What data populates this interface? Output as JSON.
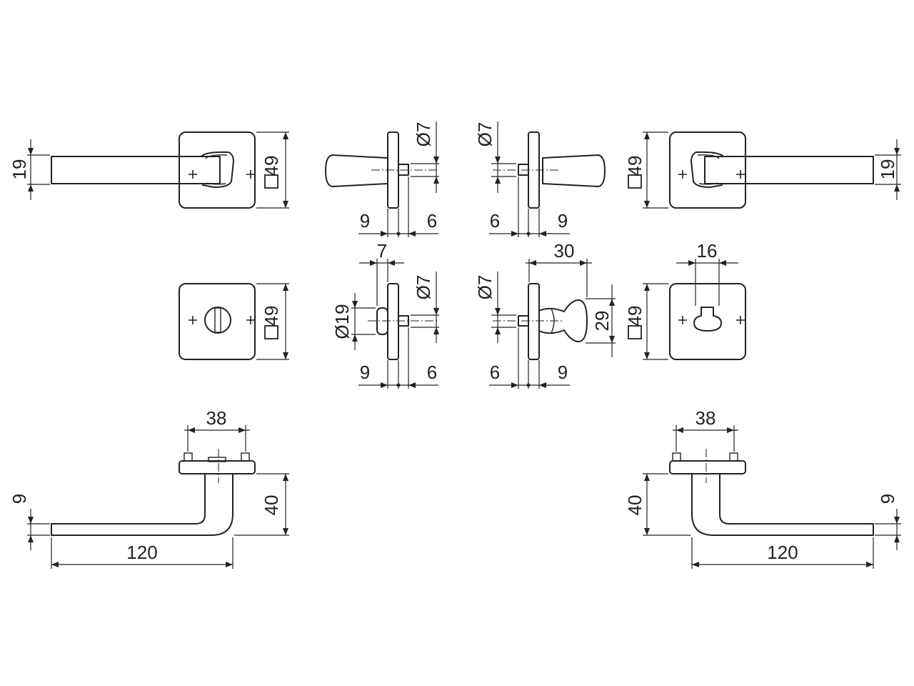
{
  "dimensions": {
    "lever_width": "19",
    "rose_size": "49",
    "spindle_diameter": "Ø7",
    "spindle_left": "9",
    "spindle_right": "6",
    "spindle_offset": "7",
    "knob_diameter": "Ø19",
    "knob_length": "30",
    "knob_height": "29",
    "turn_width": "16",
    "screw_spacing": "38",
    "lever_thickness": "9",
    "lever_projection": "40",
    "lever_length": "120"
  },
  "colors": {
    "line": "#222222",
    "background": "#ffffff"
  }
}
